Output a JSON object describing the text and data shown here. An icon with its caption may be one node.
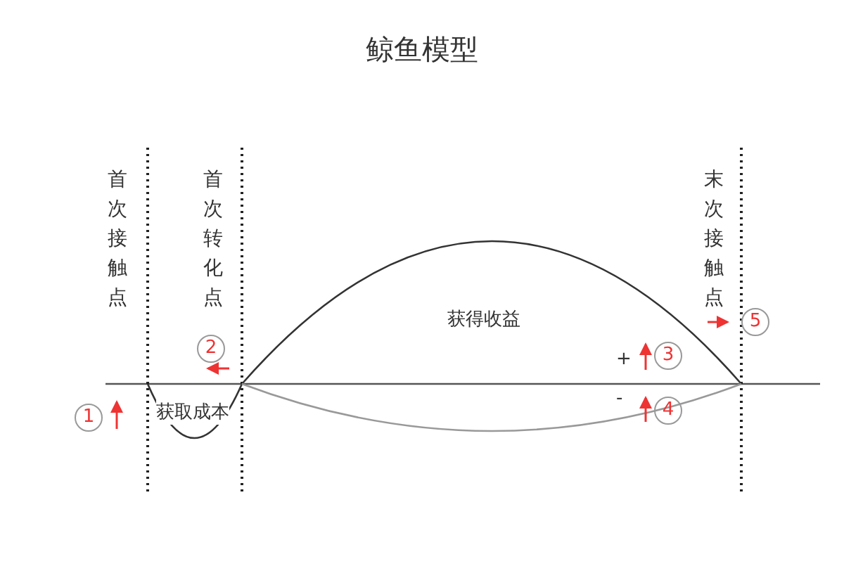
{
  "diagram": {
    "title": "鲸鱼模型",
    "labels": [
      "首次接触点",
      "首次转化点",
      "末次接触点",
      "获得收益",
      "2",
      "5",
      "+",
      "3",
      "1",
      "获取成本",
      "-",
      "4"
    ]
  }
}
